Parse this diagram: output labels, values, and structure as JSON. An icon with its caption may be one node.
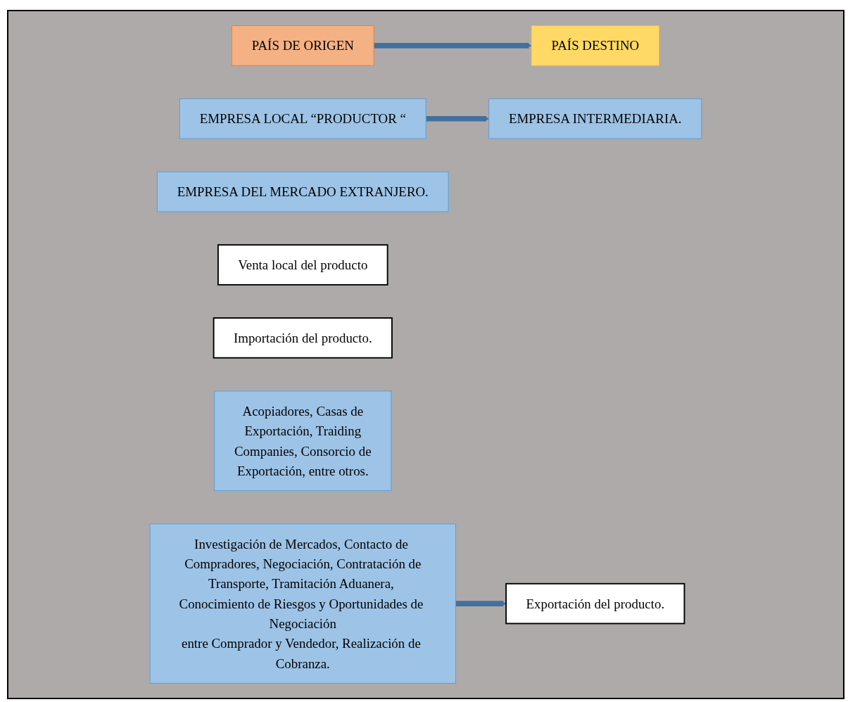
{
  "diagram": {
    "nodes": [
      {
        "text": [
          "PAÍS DE ORIGEN"
        ]
      },
      {
        "text": [
          "PAÍS DESTINO"
        ]
      },
      {
        "text": [
          "EMPRESA LOCAL “PRODUCTOR “"
        ]
      },
      {
        "text": [
          "EMPRESA INTERMEDIARIA."
        ]
      },
      {
        "text": [
          "EMPRESA DEL MERCADO EXTRANJERO."
        ]
      },
      {
        "text": [
          "Venta local del producto"
        ]
      },
      {
        "text": [
          "Exportación del producto."
        ]
      },
      {
        "text": [
          "Importación del producto."
        ]
      },
      {
        "text": [
          "Acopiadores, Casas de Exportación, Traiding Companies, Consorcio de Exportación, entre otros."
        ]
      },
      {
        "text": [
          "Investigación de Mercados, Contacto de Compradores, Negociación, Contratación de Transporte, Tramitación Aduanera, Conocimiento de Riesgos y Oportunidades de Negociación entre Comprador y Vendedor, Realización de Cobranza."
        ]
      }
    ],
    "edges": [
      {
        "from": 0,
        "to": 1,
        "arrow": "to"
      },
      {
        "from": 2,
        "to": 3,
        "arrow": "to"
      },
      {
        "from": 9,
        "to": 6,
        "arrow": "to"
      }
    ]
  }
}
